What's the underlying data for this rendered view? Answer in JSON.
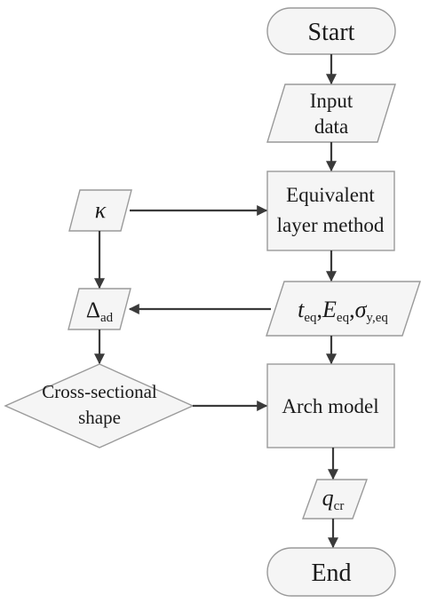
{
  "nodes": {
    "start": {
      "label": "Start"
    },
    "input": {
      "line1": "Input",
      "line2": "data"
    },
    "kappa": {
      "symbol": "κ"
    },
    "equivalent": {
      "line1": "Equivalent",
      "line2": "layer method"
    },
    "delta": {
      "symbol": "Δ",
      "sub": "ad"
    },
    "params": {
      "t": "t",
      "t_sub": "eq",
      "e": "E",
      "e_sub": "eq",
      "sigma": "σ",
      "sigma_sub": "y,eq",
      "sep": ","
    },
    "cross": {
      "line1": "Cross-sectional",
      "line2": "shape"
    },
    "arch": {
      "label": "Arch model"
    },
    "qcr": {
      "symbol": "q",
      "sub": "cr"
    },
    "end": {
      "label": "End"
    }
  },
  "colors": {
    "shape_fill": "#f5f5f5",
    "shape_stroke": "#9a9a9a",
    "arrow": "#3a3a3a",
    "text": "#1a1a1a"
  }
}
